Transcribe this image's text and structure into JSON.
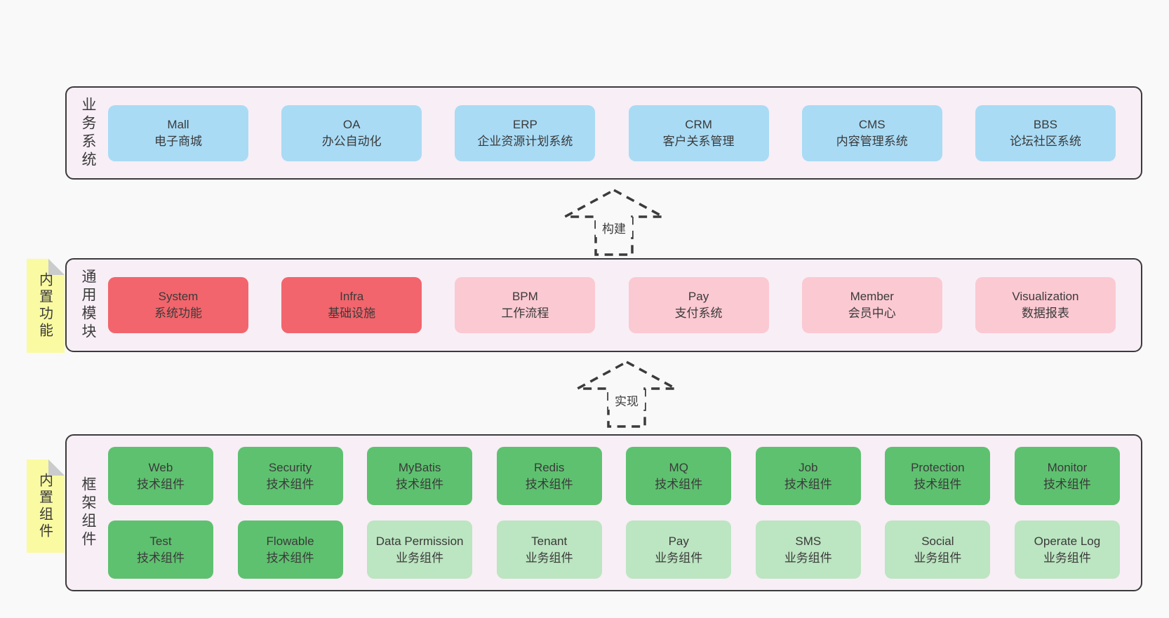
{
  "colors": {
    "page_bg": "#f9f9f9",
    "container_bg": "#f8eef6",
    "container_border": "#3b3b3b",
    "blue_box": "#a9dbf5",
    "red_box": "#f2656c",
    "pink_box": "#fbc9d2",
    "green_box": "#5ec16f",
    "light_green_box": "#bce5c1",
    "sticky_note": "#fafaa2",
    "note_fold": "#c9cbcd",
    "text": "#3a3a3a"
  },
  "arrows": [
    {
      "label": "构建"
    },
    {
      "label": "实现"
    }
  ],
  "notes": [
    {
      "label": "内置功能"
    },
    {
      "label": "内置组件"
    }
  ],
  "layers": [
    {
      "id": "business-systems",
      "label": "业务系统",
      "boxes": [
        {
          "name": "Mall",
          "subtitle": "电子商城",
          "variant": "blue"
        },
        {
          "name": "OA",
          "subtitle": "办公自动化",
          "variant": "blue"
        },
        {
          "name": "ERP",
          "subtitle": "企业资源计划系统",
          "variant": "blue"
        },
        {
          "name": "CRM",
          "subtitle": "客户关系管理",
          "variant": "blue"
        },
        {
          "name": "CMS",
          "subtitle": "内容管理系统",
          "variant": "blue"
        },
        {
          "name": "BBS",
          "subtitle": "论坛社区系统",
          "variant": "blue"
        }
      ]
    },
    {
      "id": "common-modules",
      "label": "通用模块",
      "boxes": [
        {
          "name": "System",
          "subtitle": "系统功能",
          "variant": "red"
        },
        {
          "name": "Infra",
          "subtitle": "基础设施",
          "variant": "red"
        },
        {
          "name": "BPM",
          "subtitle": "工作流程",
          "variant": "pink"
        },
        {
          "name": "Pay",
          "subtitle": "支付系统",
          "variant": "pink"
        },
        {
          "name": "Member",
          "subtitle": "会员中心",
          "variant": "pink"
        },
        {
          "name": "Visualization",
          "subtitle": "数据报表",
          "variant": "pink"
        }
      ]
    },
    {
      "id": "framework-components",
      "label": "框架组件",
      "rows": [
        [
          {
            "name": "Web",
            "subtitle": "技术组件",
            "variant": "green"
          },
          {
            "name": "Security",
            "subtitle": "技术组件",
            "variant": "green"
          },
          {
            "name": "MyBatis",
            "subtitle": "技术组件",
            "variant": "green"
          },
          {
            "name": "Redis",
            "subtitle": "技术组件",
            "variant": "green"
          },
          {
            "name": "MQ",
            "subtitle": "技术组件",
            "variant": "green"
          },
          {
            "name": "Job",
            "subtitle": "技术组件",
            "variant": "green"
          },
          {
            "name": "Protection",
            "subtitle": "技术组件",
            "variant": "green"
          },
          {
            "name": "Monitor",
            "subtitle": "技术组件",
            "variant": "green"
          }
        ],
        [
          {
            "name": "Test",
            "subtitle": "技术组件",
            "variant": "green"
          },
          {
            "name": "Flowable",
            "subtitle": "技术组件",
            "variant": "green"
          },
          {
            "name": "Data Permission",
            "subtitle": "业务组件",
            "variant": "lgreen"
          },
          {
            "name": "Tenant",
            "subtitle": "业务组件",
            "variant": "lgreen"
          },
          {
            "name": "Pay",
            "subtitle": "业务组件",
            "variant": "lgreen"
          },
          {
            "name": "SMS",
            "subtitle": "业务组件",
            "variant": "lgreen"
          },
          {
            "name": "Social",
            "subtitle": "业务组件",
            "variant": "lgreen"
          },
          {
            "name": "Operate Log",
            "subtitle": "业务组件",
            "variant": "lgreen"
          }
        ]
      ]
    }
  ]
}
